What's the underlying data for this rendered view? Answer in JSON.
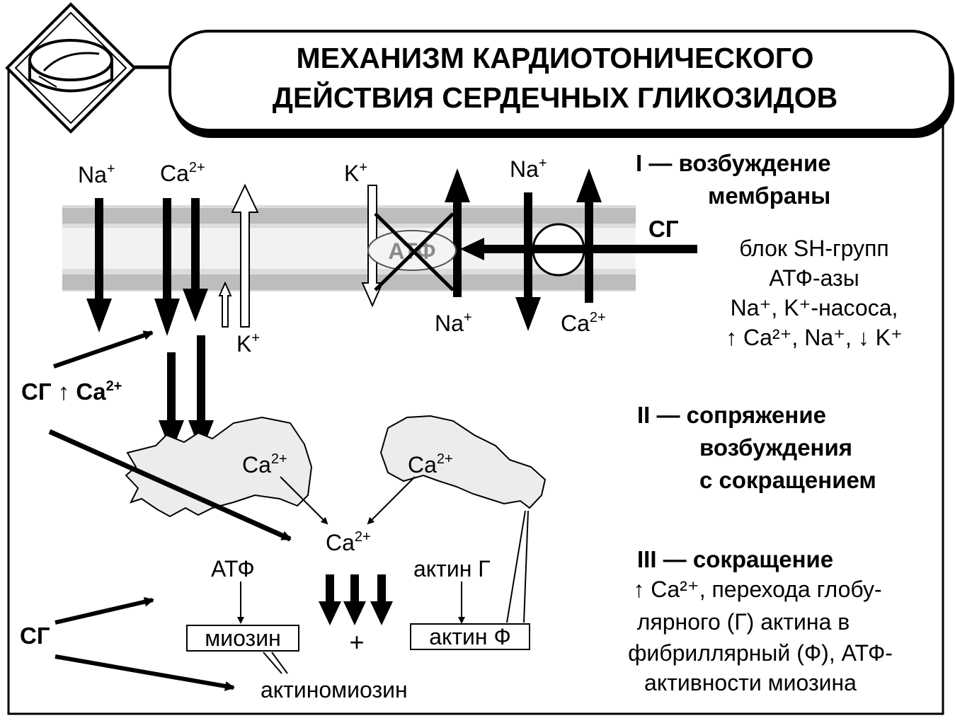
{
  "title": {
    "line1": "МЕХАНИЗМ КАРДИОТОНИЧЕСКОГО",
    "line2": "ДЕЙСТВИЯ СЕРДЕЧНЫХ ГЛИКОЗИДОВ"
  },
  "logo": {
    "icon": "pill-tablet-icon"
  },
  "membrane": {
    "ion_na_in": "Na",
    "ion_ca_in": "Ca",
    "ion_k_out": "K",
    "ion_k_pump": "K",
    "ion_na_pump_out": "Na",
    "ion_na_pump_in": "Na",
    "ion_na_exchanger": "Na",
    "ion_ca_exchanger": "Ca",
    "atf_label": "АТФ",
    "sg_label": "СГ",
    "plus_sup": "+",
    "ca_sup": "2+"
  },
  "left_labels": {
    "sg_ca": "СГ ↑ Ca",
    "sg_bottom": "СГ"
  },
  "reticulum": {
    "ca_left": "Ca",
    "ca_right": "Ca",
    "ca_center": "Ca"
  },
  "contraction": {
    "atf": "АТФ",
    "myosin": "миозин",
    "actin_g": "актин Г",
    "actin_f": "актин Ф",
    "plus": "+",
    "actomyosin": "актиномиозин"
  },
  "stages": {
    "stage1_title_a": "I  — возбуждение",
    "stage1_title_b": "мембраны",
    "stage1_desc": [
      "блок SH-групп",
      "АТФ-азы",
      "Na⁺, K⁺-насоса,",
      "↑ Ca²⁺, Na⁺, ↓ K⁺"
    ],
    "stage2_title": [
      "II — сопряжение",
      "возбуждения",
      "с сокращением"
    ],
    "stage3_title": "III — сокращение",
    "stage3_desc": [
      "↑ Ca²⁺, перехода глобу-",
      "лярного (Г) актина в",
      "фибриллярный (Ф), АТФ-",
      "активности миозина"
    ]
  },
  "colors": {
    "membrane_fill": "#d9d9d9",
    "membrane_edge": "#a8a8a8",
    "reticulum_fill": "#ececec",
    "ink": "#000000"
  }
}
